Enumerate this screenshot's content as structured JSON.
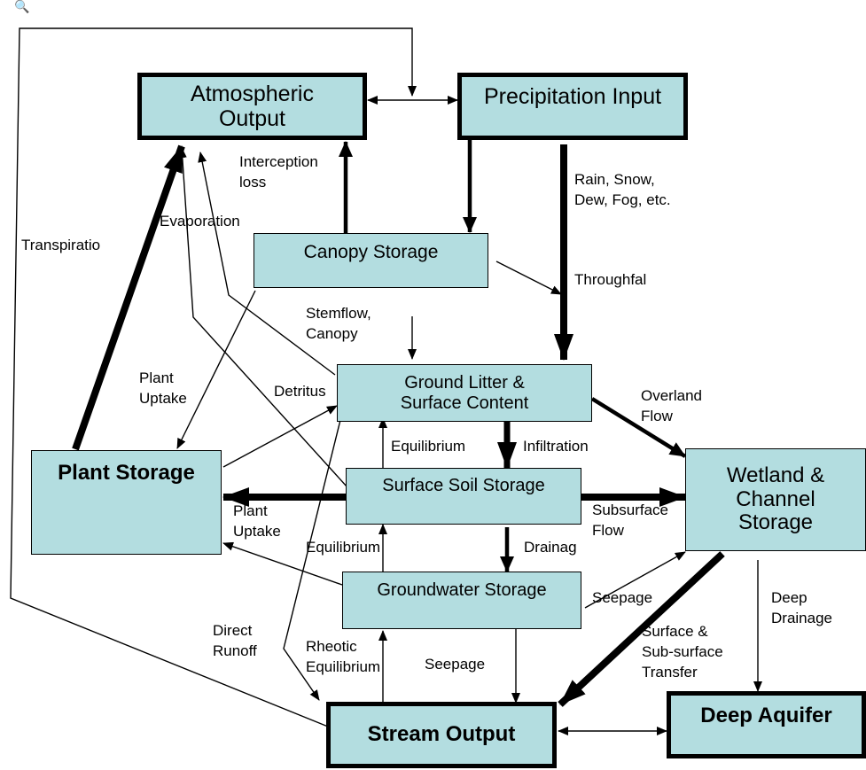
{
  "boxes": {
    "atmospheric_output": "Atmospheric\nOutput",
    "precipitation_input": "Precipitation Input",
    "canopy_storage": "Canopy Storage",
    "ground_litter": "Ground Litter &\nSurface Content",
    "plant_storage": "Plant Storage",
    "surface_soil_storage": "Surface Soil Storage",
    "wetland_channel_storage": "Wetland &\nChannel\nStorage",
    "groundwater_storage": "Groundwater Storage",
    "stream_output": "Stream Output",
    "deep_aquifer": "Deep Aquifer"
  },
  "labels": {
    "interception_loss": "Interception\nloss",
    "rain_snow": "Rain, Snow,\nDew, Fog, etc.",
    "evaporation": "Evaporation",
    "transpiration": "Transpiratio",
    "throughfall": "Throughfal",
    "stemflow": "Stemflow,\nCanopy",
    "plant_uptake_top": "Plant\nUptake",
    "detritus": "Detritus",
    "overland_flow": "Overland\nFlow",
    "equilibrium_top": "Equilibrium",
    "infiltration": "Infiltration",
    "plant_uptake_mid": "Plant\nUptake",
    "subsurface_flow": "Subsurface\nFlow",
    "equilibrium_mid": "Equilibrium",
    "drainage": "Drainag",
    "seepage_right": "Seepage",
    "deep_drainage": "Deep\nDrainage",
    "direct_runoff": "Direct\nRunoff",
    "rheotic_equilibrium": "Rheotic\nEquilibrium",
    "seepage_bottom": "Seepage",
    "surface_subsurface_transfer": "Surface &\nSub-surface\nTransfer"
  },
  "icons": {
    "corner": "magnifier-icon"
  },
  "colors": {
    "box_fill": "#b3dde0",
    "line": "#000000"
  }
}
